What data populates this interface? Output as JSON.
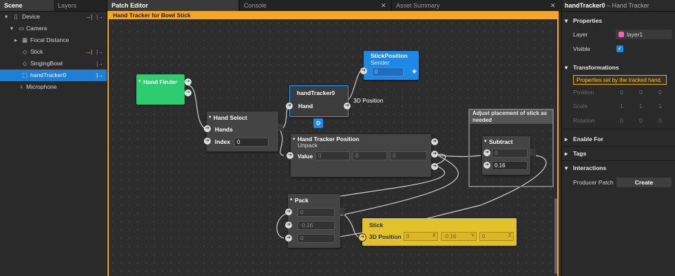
{
  "left_panel": {
    "tabs": [
      "Scene",
      "Layers"
    ],
    "tree": [
      {
        "label": "Device",
        "icon": "device-icon",
        "badges": [
          "→|",
          "|→"
        ]
      },
      {
        "label": "Camera",
        "icon": "camera-icon",
        "badges": []
      },
      {
        "label": "Focal Distance",
        "icon": "focal-distance-icon",
        "badges": []
      },
      {
        "label": "Stick",
        "icon": "cube-icon",
        "badges": [
          "→|",
          "|→"
        ]
      },
      {
        "label": "SingingBowl",
        "icon": "cube-icon",
        "badges": [
          "|→"
        ]
      },
      {
        "label": "handTracker0",
        "icon": "hand-tracker-icon",
        "badges": [
          "|→"
        ]
      },
      {
        "label": "Microphone",
        "icon": "microphone-icon",
        "badges": []
      }
    ]
  },
  "center_tabs": [
    "Patch Editor",
    "Console",
    "Asset Summary"
  ],
  "patch_editor": {
    "group_title": "Hand Tracker for Bowl Stick",
    "nodes": {
      "hand_finder": {
        "title": "Hand Finder"
      },
      "stick_position": {
        "title": "StickPosition",
        "subtitle": "Sender",
        "value": "0"
      },
      "hand_tracker": {
        "title": "handTracker0",
        "port": "Hand",
        "output": "3D Position"
      },
      "hand_select": {
        "title": "Hand Select",
        "port_hands": "Hands",
        "port_index": "Index",
        "index_value": "0"
      },
      "tracker_position": {
        "title": "Hand Tracker Position",
        "subtitle": "Unpack",
        "port": "Value",
        "values": [
          "0",
          "0",
          "0"
        ]
      },
      "comment": {
        "text": "Adjust placement of stick as needed"
      },
      "subtract": {
        "title": "Subtract",
        "values": [
          "0",
          "0.16"
        ]
      },
      "pack": {
        "title": "Pack",
        "values": [
          "0",
          "-0.16",
          "0"
        ]
      },
      "stick": {
        "title": "Stick",
        "port": "3D Position",
        "values": [
          "0",
          "-0.16",
          "0"
        ],
        "axes": [
          "X",
          "Y",
          "Z"
        ]
      }
    }
  },
  "inspector": {
    "header_name": "handTracker0",
    "header_type": "– Hand Tracker",
    "properties_label": "Properties",
    "layer_label": "Layer",
    "layer_value": "layer1",
    "visible_label": "Visible",
    "transformations_label": "Transformations",
    "note": "Properties set by the tracked hand.",
    "transform_rows": [
      {
        "label": "Position",
        "values": [
          "0",
          "0",
          "0"
        ]
      },
      {
        "label": "Scale",
        "values": [
          "1",
          "1",
          "1"
        ]
      },
      {
        "label": "Rotation",
        "values": [
          "0",
          "0",
          "0"
        ]
      }
    ],
    "enable_for_label": "Enable For",
    "tags_label": "Tags",
    "interactions_label": "Interactions",
    "producer_patch_label": "Producer Patch",
    "create_label": "Create"
  },
  "colors": {
    "accent_orange": "#f5a623",
    "node_green": "#2ecc71",
    "node_blue": "#1e88e5",
    "node_yellow": "#e2c22b",
    "selection_blue": "#1e7fd6",
    "layer_pink": "#ff5fb0",
    "badge_yellow": "#f5d44a",
    "badge_pink": "#d36cf2"
  }
}
